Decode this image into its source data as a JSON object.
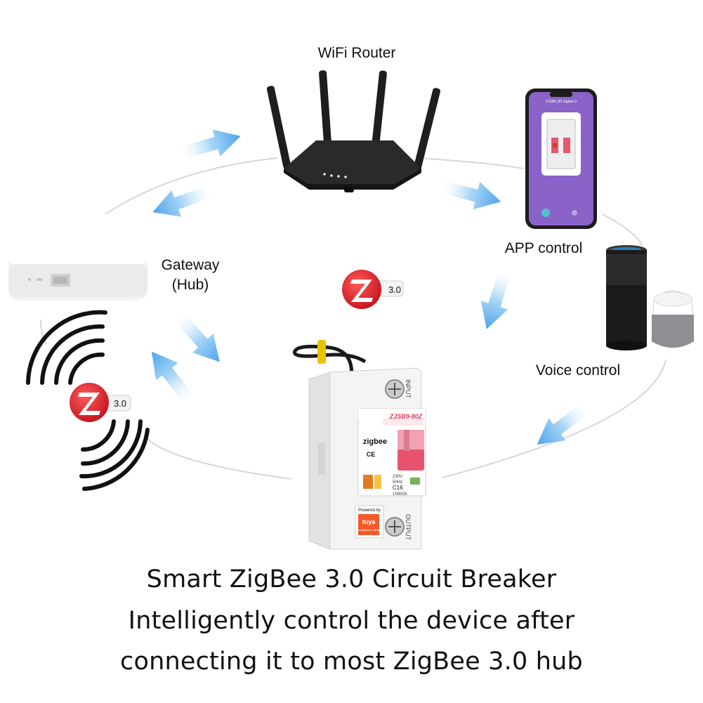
{
  "labels": {
    "router": "WiFi Router",
    "app": "APP control",
    "gateway_line1": "Gateway",
    "gateway_line2": "(Hub)",
    "voice": "Voice control"
  },
  "badges": {
    "version_center": "3.0",
    "version_left": "3.0"
  },
  "phone": {
    "header": "ZJSB9_80 Zigbee 3"
  },
  "breaker": {
    "brand": "ZJSB9-80Z",
    "zigbee": "zigbee",
    "ce": "CE",
    "input": "INPUT",
    "output": "OUTPUT",
    "rating": "C16",
    "voltage": "230V",
    "freq": "50Hz",
    "breaking": "10000A",
    "powered_by": "Powered by",
    "tuya": "tuya",
    "tuya_sub": "Intelligence inside"
  },
  "caption": {
    "line1": "Smart ZigBee 3.0 Circuit Breaker",
    "line2": "Intelligently control the device after",
    "line3": "connecting it to most ZigBee 3.0 hub"
  },
  "colors": {
    "arrow": "#8ec8f4",
    "arrow_dark": "#5aa9ea",
    "ring": "#d8d8d8",
    "zigbee_red": "#e3202a",
    "phone_purple": "#8a63c9",
    "breaker_pink": "#e8536f",
    "tuya_orange": "#f25a2a"
  },
  "icons": [
    "wifi-router",
    "smartphone",
    "zigbee-gateway",
    "smart-speaker",
    "google-home",
    "circuit-breaker",
    "zigbee-logo",
    "signal-waves"
  ]
}
